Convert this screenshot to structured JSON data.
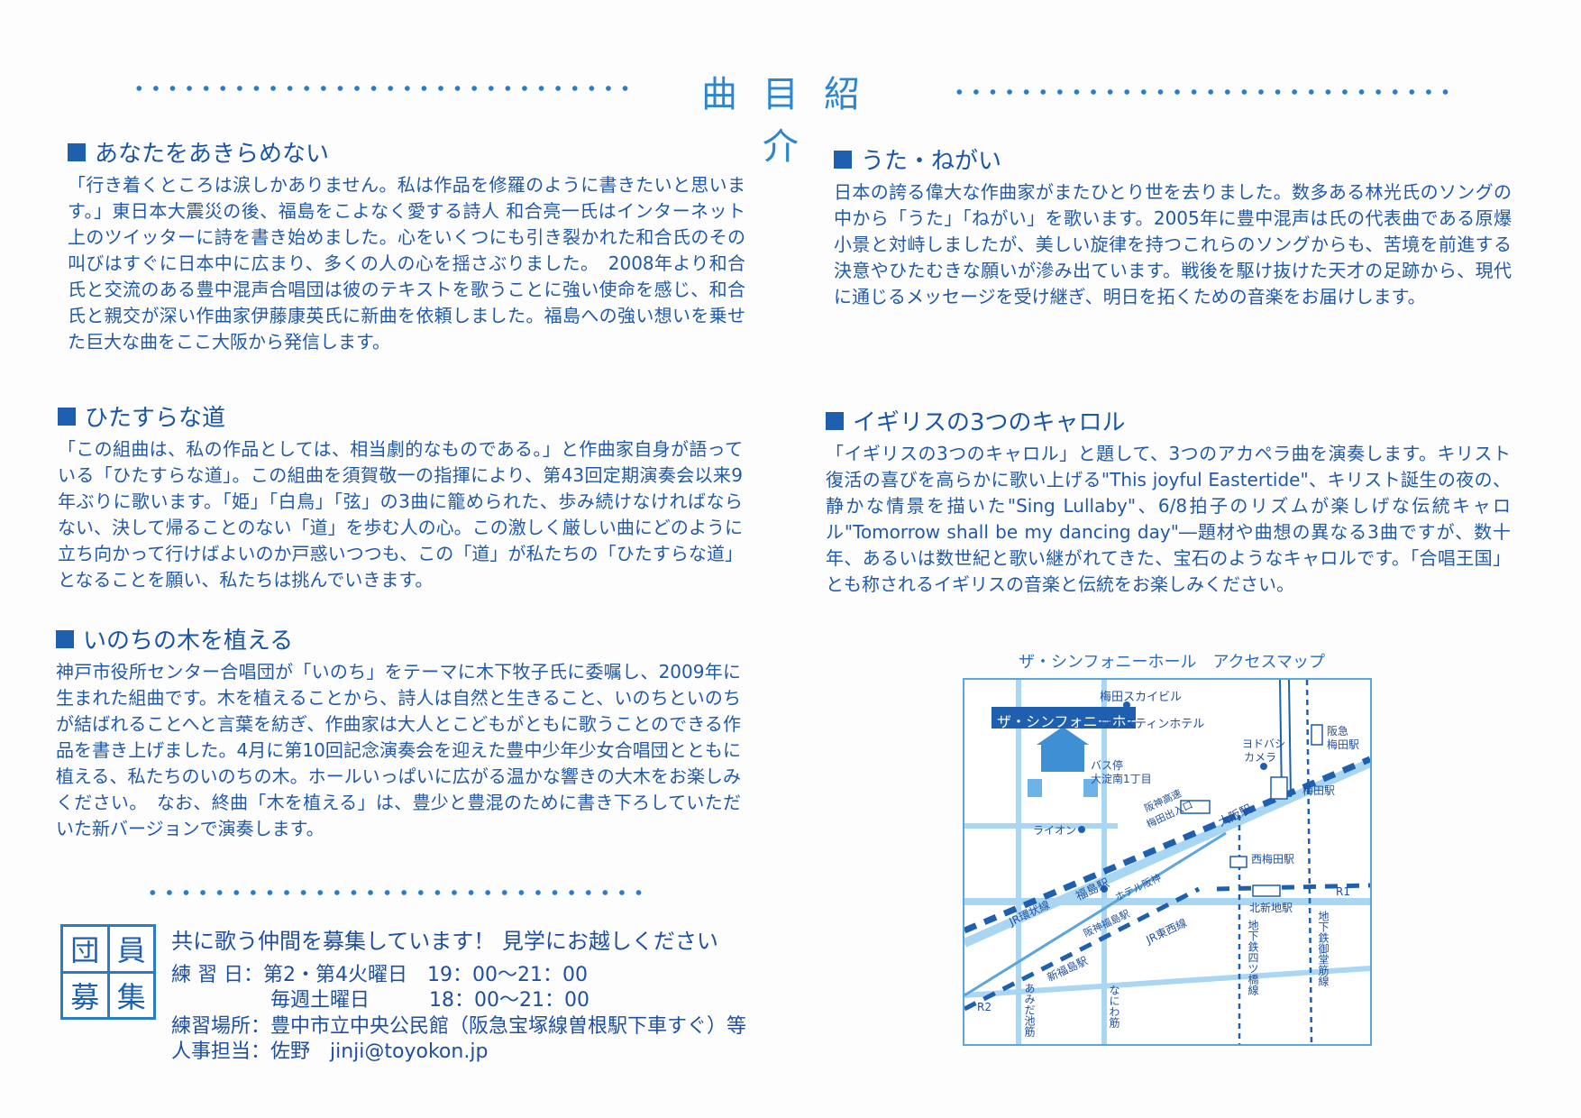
{
  "header": {
    "title": "曲目紹介"
  },
  "left_sections": [
    {
      "heading": "あなたをあきらめない",
      "body": "「行き着くところは涙しかありません。私は作品を修羅のように書きたいと思います。」東日本大震災の後、福島をこよなく愛する詩人 和合亮一氏はインターネット上のツイッターに詩を書き始めました。心をいくつにも引き裂かれた和合氏のその叫びはすぐに日本中に広まり、多くの人の心を揺さぶりました。　2008年より和合氏と交流のある豊中混声合唱団は彼のテキストを歌うことに強い使命を感じ、和合氏と親交が深い作曲家伊藤康英氏に新曲を依頼しました。福島への強い想いを乗せた巨大な曲をここ大阪から発信します。"
    },
    {
      "heading": "ひたすらな道",
      "body": "「この組曲は、私の作品としては、相当劇的なものである。」と作曲家自身が語っている「ひたすらな道」。この組曲を須賀敬一の指揮により、第43回定期演奏会以来9年ぶりに歌います。「姫」「白鳥」「弦」の3曲に籠められた、歩み続けなければならない、決して帰ることのない「道」を歩む人の心。この激しく厳しい曲にどのように立ち向かって行けばよいのか戸惑いつつも、この「道」が私たちの「ひたすらな道」となることを願い、私たちは挑んでいきます。"
    },
    {
      "heading": "いのちの木を植える",
      "body": "神戸市役所センター合唱団が「いのち」をテーマに木下牧子氏に委嘱し、2009年に生まれた組曲です。木を植えることから、詩人は自然と生きること、いのちといのちが結ばれることへと言葉を紡ぎ、作曲家は大人とこどもがともに歌うことのできる作品を書き上げました。4月に第10回記念演奏会を迎えた豊中少年少女合唱団とともに植える、私たちのいのちの木。ホールいっぱいに広がる温かな響きの大木をお楽しみください。　なお、終曲「木を植える」は、豊少と豊混のために書き下ろしていただいた新バージョンで演奏します。"
    }
  ],
  "right_sections": [
    {
      "heading": "うた・ねがい",
      "body": "日本の誇る偉大な作曲家がまたひとり世を去りました。数多ある林光氏のソングの中から「うた」「ねがい」を歌います。2005年に豊中混声は氏の代表曲である原爆小景と対峙しましたが、美しい旋律を持つこれらのソングからも、苦境を前進する決意やひたむきな願いが滲み出ています。戦後を駆け抜けた天才の足跡から、現代に通じるメッセージを受け継ぎ、明日を拓くための音楽をお届けします。"
    },
    {
      "heading": "イギリスの3つのキャロル",
      "body": "「イギリスの3つのキャロル」と題して、3つのアカペラ曲を演奏します。キリスト復活の喜びを高らかに歌い上げる\"This joyful Eastertide\"、キリスト誕生の夜の、静かな情景を描いた\"Sing Lullaby\"、6/8拍子のリズムが楽しげな伝統キャロル\"Tomorrow shall be my dancing day\"―題材や曲想の異なる3曲ですが、数十年、あるいは数世紀と歌い継がれてきた、宝石のようなキャロルです。「合唱王国」とも称されるイギリスの音楽と伝統をお楽しみください。"
    }
  ],
  "recruit": {
    "badge": [
      "団",
      "員",
      "募",
      "集"
    ],
    "headline": "共に歌う仲間を募集しています！ 見学にお越しください",
    "rows": [
      {
        "label": "練 習 日：",
        "value": "第2・第4火曜日　19：00～21：00"
      },
      {
        "label": "",
        "value": "毎週土曜日　　　18：00～21：00"
      },
      {
        "label": "練習場所：",
        "value": "豊中市立中央公民館（阪急宝塚線曽根駅下車すぐ）等"
      },
      {
        "label": "人事担当：",
        "value": "佐野　jinji@toyokon.jp"
      }
    ]
  },
  "map": {
    "title": "ザ・シンフォニーホール　アクセスマップ",
    "venue": "ザ・シンフォニーホール",
    "labels": {
      "umeda_sky": "梅田スカイビル",
      "westin": "ウエスティンホテル",
      "yodobashi_1": "ヨドバシ",
      "yodobashi_2": "カメラ",
      "hankyu_1": "阪急",
      "hankyu_2": "梅田駅",
      "bus_1": "バス停",
      "bus_2": "大淀南1丁目",
      "hanshin_exp_1": "阪神高速",
      "hanshin_exp_2": "梅田出入口",
      "osaka_st": "大阪駅",
      "umeda_st": "梅田駅",
      "lion": "ライオン",
      "nishi_umeda": "西梅田駅",
      "r1": "R1",
      "jr_loop": "JR環状線",
      "fukushima_st": "福島駅",
      "hotel_hanshin": "ホテル阪神",
      "kita_shinchi": "北新地駅",
      "hanshin_fukushima": "阪神福島駅",
      "jr_tozai": "JR東西線",
      "yotsubashi": "地下鉄四ツ橋線",
      "midosuji": "地下鉄御堂筋線",
      "shin_fukushima": "新福島駅",
      "r2": "R2",
      "amida": "あみだ池筋",
      "naniwa": "なにわ筋"
    }
  }
}
